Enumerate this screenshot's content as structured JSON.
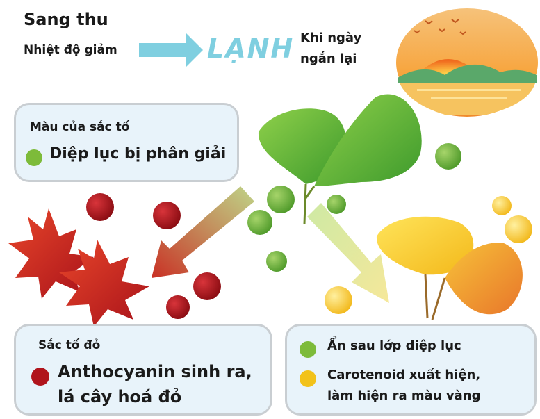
{
  "header": {
    "season": "Sang thu",
    "temperature": "Nhiệt độ giảm",
    "cold": "LẠNH",
    "day_line1": "Khi ngày",
    "day_line2": "ngắn lại"
  },
  "pigment_box": {
    "title": "Màu của sắc tố",
    "item": "Diệp lục bị phân giải"
  },
  "red_box": {
    "title": "Sắc tố đỏ",
    "line1": "Anthocyanin sinh ra,",
    "line2": "lá cây hoá đỏ"
  },
  "yellow_box": {
    "item1": "Ẩn sau lớp diệp lục",
    "item2_line1": "Carotenoid xuất hiện,",
    "item2_line2": "làm hiện ra màu vàng"
  },
  "colors": {
    "green": "#7dbb3a",
    "red": "#b0141c",
    "yellow": "#f2c21a",
    "cold_blue": "#7fcfe0"
  }
}
